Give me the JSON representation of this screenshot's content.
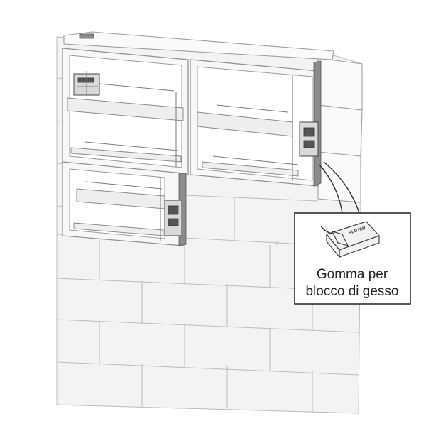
{
  "callout": {
    "label_line1": "Gomma per",
    "label_line2": "blocco di gesso",
    "product_brand": "SLOTER"
  },
  "icons": [
    "gypsum-rubber-package-icon",
    "spatula-icon"
  ],
  "colors": {
    "wall_fill": "#f3f3f3",
    "brick_line": "#bdbdbd",
    "seal_strip": "#8c8c8c",
    "outline": "#2d2d2d"
  }
}
